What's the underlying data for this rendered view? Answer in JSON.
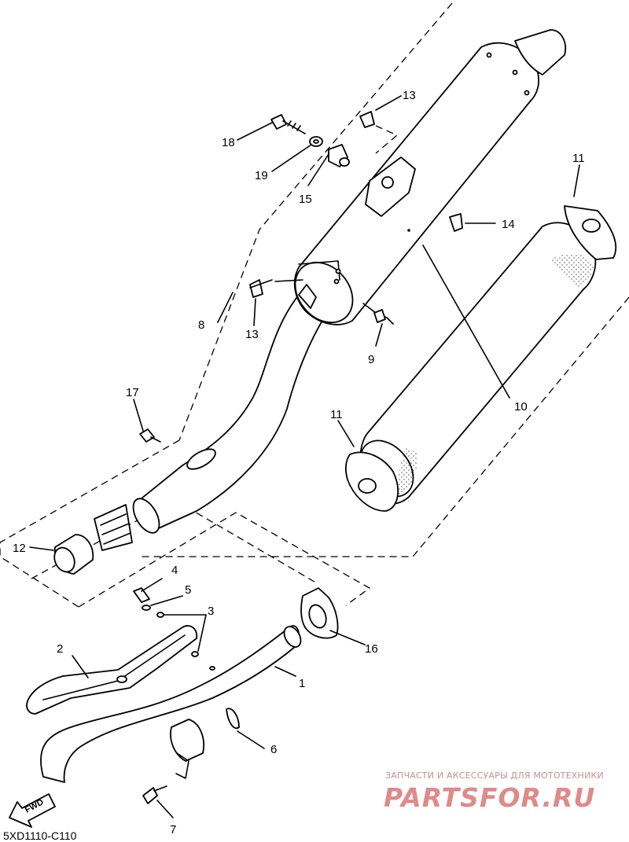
{
  "diagram": {
    "callouts": [
      "1",
      "2",
      "3",
      "4",
      "5",
      "6",
      "7",
      "8",
      "9",
      "10",
      "11",
      "11",
      "12",
      "13",
      "13",
      "14",
      "15",
      "16",
      "17",
      "18",
      "19"
    ],
    "forward_label": "FWD",
    "figure_code": "5XD1110-C110"
  },
  "watermark": {
    "subtitle": "ЗАПЧАСТИ И АКСЕССУАРЫ ДЛЯ МОТОТЕХНИКИ",
    "brand": "PARTSFOR.RU",
    "color": "#e08a8a"
  }
}
